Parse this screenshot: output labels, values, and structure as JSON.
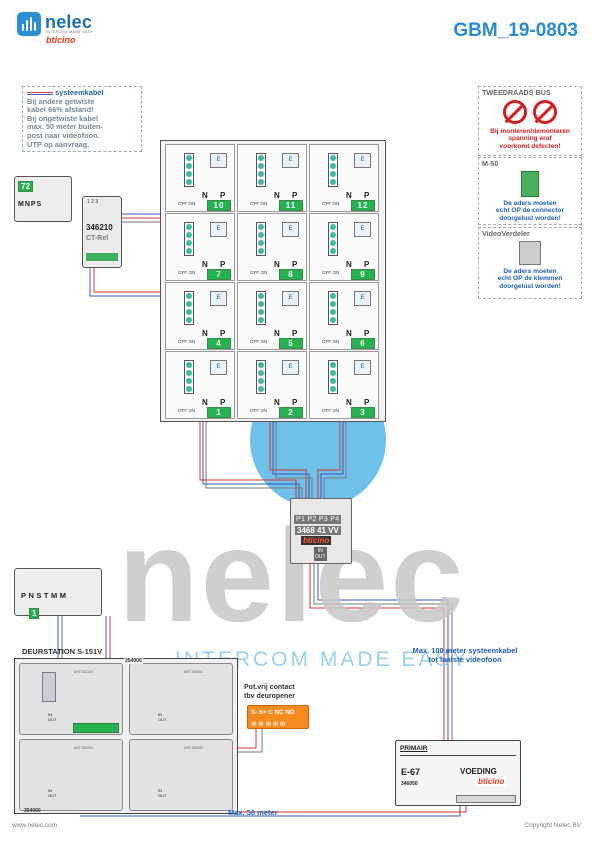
{
  "header": {
    "brand": "nelec",
    "tagline": "INTERCOM MADE EASY",
    "partner_logo": "bticino",
    "doc_code": "GBM_19-0803"
  },
  "note": {
    "legend": "systeemkabel",
    "lines": [
      "Bij andere getwiste",
      "kabel 66% afstand!",
      "Bij ongetwiste kabel",
      "max. 50 meter buiten-",
      "post naar videofoon.",
      "UTP op aanvraag."
    ]
  },
  "side_panels": {
    "bus": {
      "title": "TWEEDRAADS BUS",
      "warning": [
        "Bij monteren/demonteren",
        "spanning eraf",
        "voorkomt defecten!"
      ]
    },
    "m50": {
      "title": "M-50",
      "text": [
        "De aders moeten",
        "echt OP de connector",
        "doorgelust worden!"
      ]
    },
    "videoverdeler": {
      "title": "VideoVerdeler",
      "text": [
        "De aders moeten",
        "echt OP de klemmen",
        "doorgelust worden!"
      ]
    }
  },
  "entry_module": {
    "top": "72",
    "bottom": "MNPS"
  },
  "controller": {
    "pins": "1 2 3",
    "code": "346210",
    "mark": "CT-Rel"
  },
  "grid": {
    "np_label": "N P",
    "offon_label": "OFF ON",
    "screen_label": "E",
    "cells": [
      {
        "num": "10"
      },
      {
        "num": "11"
      },
      {
        "num": "12"
      },
      {
        "num": "7"
      },
      {
        "num": "8"
      },
      {
        "num": "9"
      },
      {
        "num": "4"
      },
      {
        "num": "5"
      },
      {
        "num": "6"
      },
      {
        "num": "1"
      },
      {
        "num": "2"
      },
      {
        "num": "3"
      }
    ]
  },
  "video_distributor": {
    "ports": "P1 P2 P3 P4",
    "model": "3468 41 VV",
    "logo": "bticino",
    "io": [
      "IN",
      "OUT"
    ]
  },
  "watermark": {
    "word": "nelec",
    "tagline": "INTERCOM MADE EASY"
  },
  "keypad_module": {
    "label": "PNSTMM",
    "value": "1"
  },
  "door_station": {
    "label": "DEURSTATION S-151V",
    "code_top": "354000",
    "code_bottom": "354000",
    "unit_codes": [
      "ART.351150",
      "ART.352000",
      "ART.352000",
      "ART.352000"
    ],
    "io": [
      "IN",
      "OUT"
    ]
  },
  "relay": {
    "label": [
      "Pot.vrij contact",
      "tbv deuropener"
    ],
    "pins": "S-  S+ C  NC NO",
    "screws": "⊕⊕⊕⊕⊕"
  },
  "psu": {
    "header": "PRIMAIR",
    "name": "E-67",
    "voeding": "VOEDING",
    "logo": "bticino",
    "code": "346050"
  },
  "labels": {
    "max100": [
      "Max. 100 meter systeemkabel",
      "tot laatste videofoon"
    ],
    "max50": "Max. 50 meter"
  },
  "footer": {
    "left": "www.nelec.com",
    "right": "Copyright Nelec BV"
  }
}
